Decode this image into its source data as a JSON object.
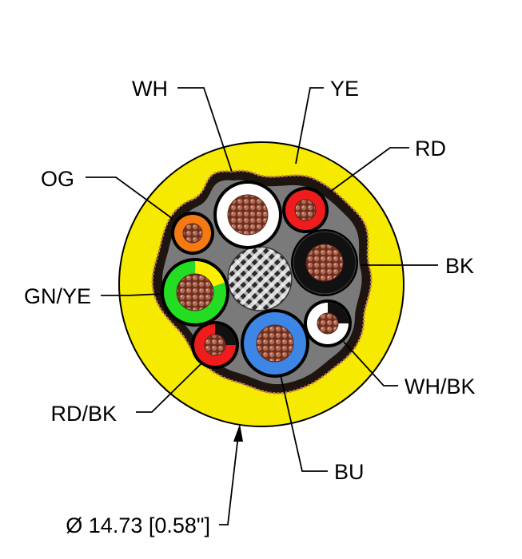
{
  "labels": {
    "wh": "WH",
    "ye": "YE",
    "rd": "RD",
    "og": "OG",
    "bk": "BK",
    "gn_ye": "GN/YE",
    "wh_bk": "WH/BK",
    "rd_bk": "RD/BK",
    "bu": "BU",
    "diameter": "Ø 14.73 [0.58\"]"
  },
  "colors": {
    "jacket": "#f5ea00",
    "filler": "#7a7a7a",
    "shield": "#1e1410",
    "shield_braid": "#c47a55",
    "copper": "#a8604a",
    "white": "#ffffff",
    "red": "#ee1c1c",
    "black": "#111111",
    "orange": "#f57a14",
    "green": "#22dd22",
    "yellow": "#ffee00",
    "blue": "#3d86e6"
  },
  "icons": {
    "drain": "braided-drain-wire-icon"
  }
}
